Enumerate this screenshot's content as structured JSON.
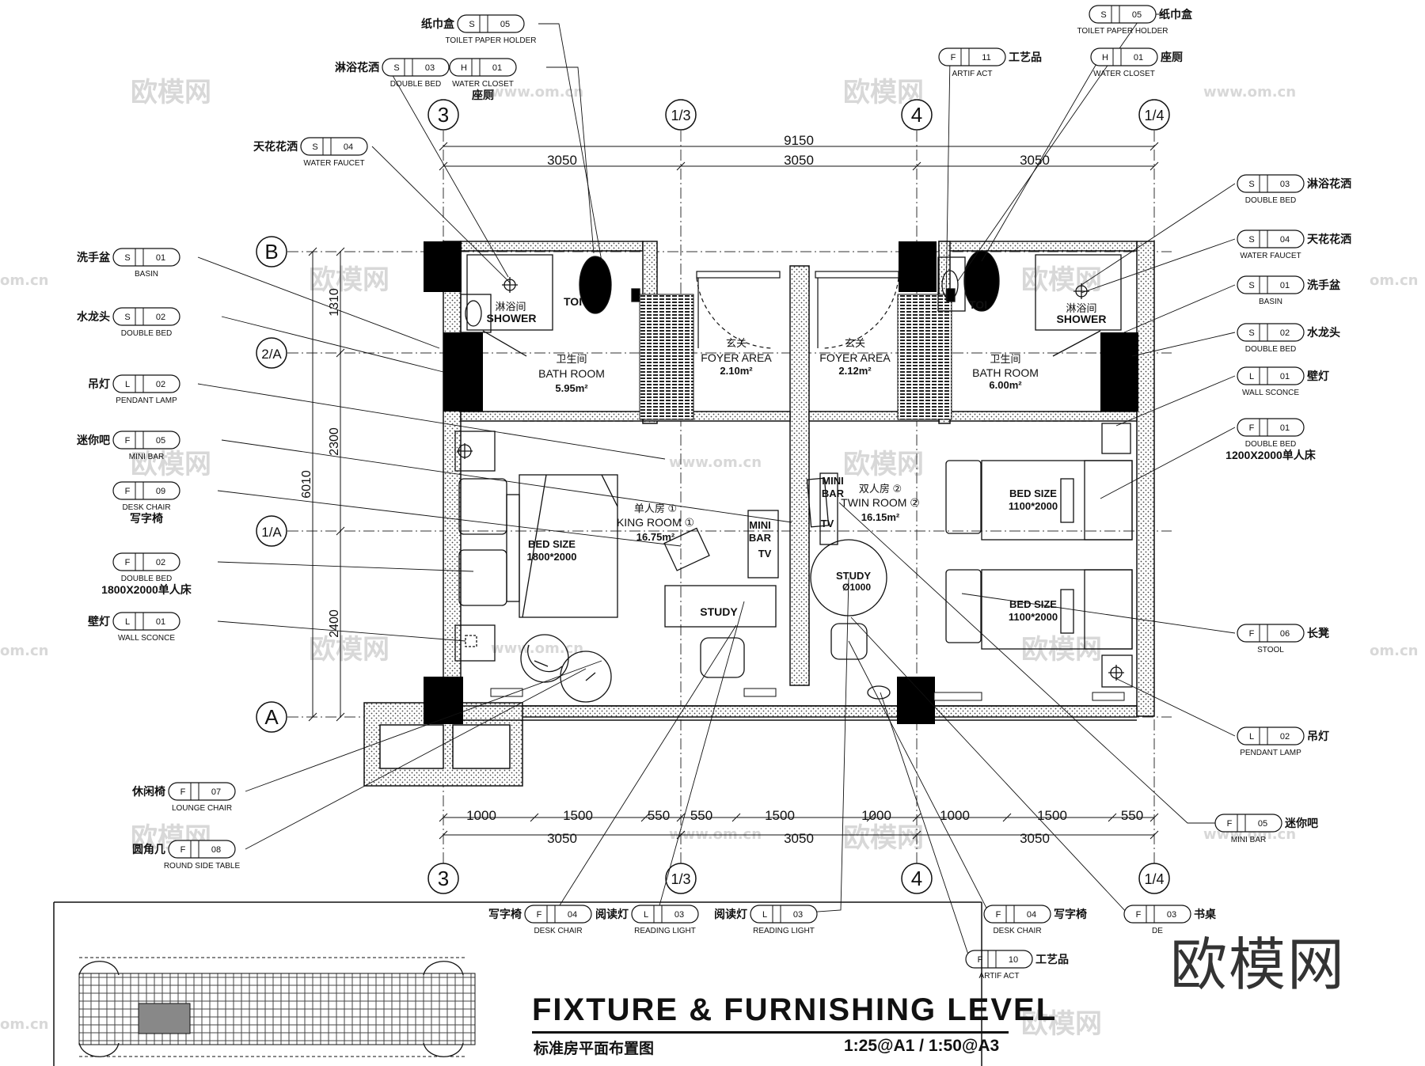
{
  "watermarks": {
    "brand": "欧模网",
    "url": "www.om.cn",
    "url_short": "om.cn"
  },
  "dimensions": {
    "overall": "9150",
    "top_spans": [
      "3050",
      "3050",
      "3050"
    ],
    "bottom_spans": [
      "1000",
      "1500",
      "550",
      "550",
      "1500",
      "1000",
      "1000",
      "1500",
      "550"
    ],
    "bottom_totals": [
      "3050",
      "3050",
      "3050"
    ],
    "left_total": "6010",
    "left_spans": [
      "1310",
      "2300",
      "2400"
    ]
  },
  "grid": {
    "cols": [
      "3",
      "1/3",
      "4",
      "1/4"
    ],
    "rows": [
      "B",
      "2/A",
      "1/A",
      "A"
    ]
  },
  "rooms": {
    "shower": "SHOWER",
    "shower_cn": "淋浴间",
    "toilet": "TOI",
    "bath_cn": "卫生间",
    "bath": "BATH ROOM",
    "bath_area_1": "5.95m²",
    "bath_area_2": "6.00m²",
    "foyer_cn": "玄关",
    "foyer": "FOYER AREA",
    "foyer_area_1": "2.10m²",
    "foyer_area_2": "2.12m²",
    "king_cn": "单人房 ①",
    "king": "KING ROOM ①",
    "king_area": "16.75m²",
    "twin_cn": "双人房 ②",
    "twin": "TWIN ROOM ②",
    "twin_area": "16.15m²",
    "bed_size": "BED SIZE",
    "bed_king_dim": "1800*2000",
    "bed_twin_dim": "1100*2000",
    "study": "STUDY",
    "study_dia": "Ø1000",
    "mini": "MINI",
    "bar": "BAR",
    "tv": "TV"
  },
  "tags": {
    "lt1": {
      "cn": "纸巾盒",
      "code": "S",
      "num": "05",
      "en": "TOILET PAPER HOLDER"
    },
    "lt2": {
      "cn": "淋浴花洒",
      "code": "S",
      "num": "03",
      "en": "DOUBLE BED"
    },
    "lt3": {
      "cn": "座厕",
      "code": "H",
      "num": "01",
      "en": "WATER CLOSET"
    },
    "lt4": {
      "cn": "天花花洒",
      "code": "S",
      "num": "04",
      "en": "WATER FAUCET"
    },
    "l1": {
      "cn": "洗手盆",
      "code": "S",
      "num": "01",
      "en": "BASIN"
    },
    "l2": {
      "cn": "水龙头",
      "code": "S",
      "num": "02",
      "en": "DOUBLE BED"
    },
    "l3": {
      "cn": "吊灯",
      "code": "L",
      "num": "02",
      "en": "PENDANT LAMP"
    },
    "l4": {
      "cn": "迷你吧",
      "code": "F",
      "num": "05",
      "en": "MINI BAR"
    },
    "l5": {
      "cn": "写字椅",
      "code": "F",
      "num": "09",
      "en": "DESK CHAIR"
    },
    "l6": {
      "cn": "1800X2000单人床",
      "code": "F",
      "num": "02",
      "en": "DOUBLE BED"
    },
    "l7": {
      "cn": "壁灯",
      "code": "L",
      "num": "01",
      "en": "WALL SCONCE"
    },
    "l8": {
      "cn": "休闲椅",
      "code": "F",
      "num": "07",
      "en": "LOUNGE CHAIR"
    },
    "l9": {
      "cn": "圆角几",
      "code": "F",
      "num": "08",
      "en": "ROUND SIDE TABLE"
    },
    "rt1": {
      "cn": "纸巾盒",
      "code": "S",
      "num": "05",
      "en": "TOILET PAPER HOLDER"
    },
    "rt2": {
      "cn": "工艺品",
      "code": "F",
      "num": "11",
      "en": "ARTIF ACT"
    },
    "rt3": {
      "cn": "座厕",
      "code": "H",
      "num": "01",
      "en": "WATER CLOSET"
    },
    "r1": {
      "cn": "淋浴花洒",
      "code": "S",
      "num": "03",
      "en": "DOUBLE BED"
    },
    "r2": {
      "cn": "天花花洒",
      "code": "S",
      "num": "04",
      "en": "WATER FAUCET"
    },
    "r3": {
      "cn": "洗手盆",
      "code": "S",
      "num": "01",
      "en": "BASIN"
    },
    "r4": {
      "cn": "水龙头",
      "code": "S",
      "num": "02",
      "en": "DOUBLE BED"
    },
    "r5": {
      "cn": "壁灯",
      "code": "L",
      "num": "01",
      "en": "WALL SCONCE"
    },
    "r6": {
      "cn": "1200X2000单人床",
      "code": "F",
      "num": "01",
      "en": "DOUBLE BED"
    },
    "r7": {
      "cn": "长凳",
      "code": "F",
      "num": "06",
      "en": "STOOL"
    },
    "r8": {
      "cn": "吊灯",
      "code": "L",
      "num": "02",
      "en": "PENDANT LAMP"
    },
    "r9": {
      "cn": "迷你吧",
      "code": "F",
      "num": "05",
      "en": "MINI BAR"
    },
    "b1": {
      "cn": "写字椅",
      "code": "F",
      "num": "04",
      "en": "DESK CHAIR"
    },
    "b2": {
      "cn": "阅读灯",
      "code": "L",
      "num": "03",
      "en": "READING LIGHT"
    },
    "b3": {
      "cn": "阅读灯",
      "code": "L",
      "num": "03",
      "en": "READING LIGHT"
    },
    "b4": {
      "cn": "写字椅",
      "code": "F",
      "num": "04",
      "en": "DESK CHAIR"
    },
    "b5": {
      "cn": "书桌",
      "code": "F",
      "num": "03",
      "en": "DE"
    },
    "b6": {
      "cn": "工艺品",
      "code": "F",
      "num": "10",
      "en": "ARTIF ACT"
    }
  },
  "title": {
    "main": "FIXTURE & FURNISHING LEVEL",
    "cn": "标准房平面布置图",
    "scale": "1:25@A1 / 1:50@A3"
  },
  "brand_mark": "欧模网"
}
